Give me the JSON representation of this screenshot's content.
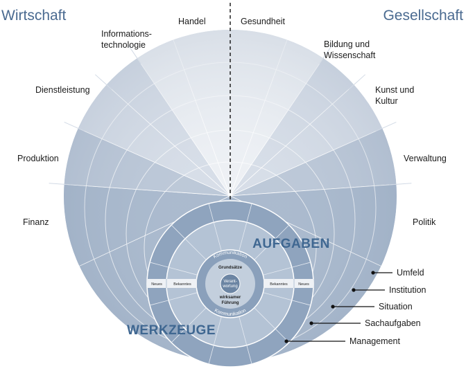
{
  "corners": {
    "left": "Wirtschaft",
    "right": "Gesellschaft"
  },
  "sectors": {
    "finanz": "Finanz",
    "produktion": "Produktion",
    "dienstleistung": "Dienstleistung",
    "it_line1": "Informations-",
    "it_line2": "technologie",
    "handel": "Handel",
    "gesundheit": "Gesundheit",
    "bildung_line1": "Bildung und",
    "bildung_line2": "Wissenschaft",
    "kunst_line1": "Kunst und",
    "kunst_line2": "Kultur",
    "verwaltung": "Verwaltung",
    "politik": "Politik"
  },
  "layers": {
    "umfeld": "Umfeld",
    "institution": "Institution",
    "situation": "Situation",
    "sachaufgaben": "Sachaufgaben",
    "management": "Management"
  },
  "core": {
    "aufgaben": "AUFGABEN",
    "werkzeuge": "WERKZEUGE",
    "kommunikation_top": "Kommunikation",
    "kommunikation_bottom": "Kommunikation",
    "grundsaetze": "Grundsätze",
    "verantwortung_line1": "Verant-",
    "verantwortung_line2": "wortung",
    "fuehrung_line1": "wirksamer",
    "fuehrung_line2": "Führung",
    "neues_left": "Neues",
    "bekanntes_left": "Bekanntes",
    "bekanntes_right": "Bekanntes",
    "neues_right": "Neues"
  },
  "colors": {
    "fan_light": "#eef1f5",
    "fan_mid": "#d7dee8",
    "fan_dark": "#bcc8d8",
    "fan_outer": "#a9b9cd",
    "core_ring": "#8fa4be",
    "core_inner": "#b4c3d5",
    "core_center": "#6c85a3",
    "accent_text": "#3f6791"
  }
}
